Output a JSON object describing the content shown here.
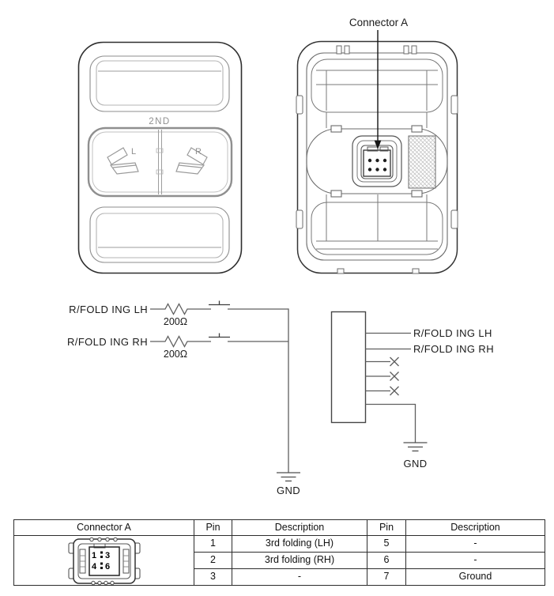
{
  "front_view": {
    "row_label": "2ND",
    "left_button_letter": "L",
    "right_button_letter": "R"
  },
  "rear_view": {
    "callout_label": "Connector A"
  },
  "schematic": {
    "inputs": [
      {
        "label": "R/FOLD ING LH",
        "resistance": "200Ω"
      },
      {
        "label": "R/FOLD ING RH",
        "resistance": "200Ω"
      }
    ],
    "outputs": [
      {
        "label": "R/FOLD ING LH"
      },
      {
        "label": "R/FOLD ING RH"
      }
    ],
    "ground_left": "GND",
    "ground_right": "GND"
  },
  "table": {
    "header": {
      "connector": "Connector A",
      "pin_left": "Pin",
      "desc_left": "Description",
      "pin_right": "Pin",
      "desc_right": "Description"
    },
    "rows": [
      {
        "pin_left": "1",
        "desc_left": "3rd folding (LH)",
        "pin_right": "5",
        "desc_right": "-"
      },
      {
        "pin_left": "2",
        "desc_left": "3rd folding (RH)",
        "pin_right": "6",
        "desc_right": "-"
      },
      {
        "pin_left": "3",
        "desc_left": "-",
        "pin_right": "7",
        "desc_right": "Ground"
      }
    ],
    "connector_icon": {
      "pin1": "1",
      "pin3": "3",
      "pin4": "4",
      "pin6": "6"
    }
  }
}
